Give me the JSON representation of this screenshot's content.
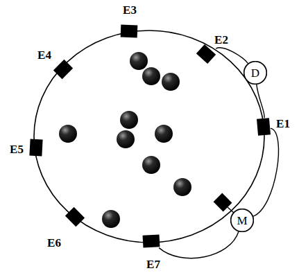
{
  "diagram": {
    "nodes": [
      {
        "text": [
          "E1"
        ]
      },
      {
        "text": [
          "E2"
        ]
      },
      {
        "text": [
          "E3"
        ]
      },
      {
        "text": [
          "E4"
        ]
      },
      {
        "text": [
          "E5"
        ]
      },
      {
        "text": [
          "E6"
        ]
      },
      {
        "text": [
          "E7"
        ]
      },
      {
        "text": [
          "D"
        ]
      },
      {
        "text": [
          "M"
        ]
      }
    ],
    "edges": [
      {
        "from": 7,
        "to": 1,
        "arrow": "none"
      },
      {
        "from": 7,
        "to": 0,
        "arrow": "none"
      },
      {
        "from": 8,
        "to": 0,
        "arrow": "none"
      },
      {
        "from": 8,
        "to": 6,
        "arrow": "none"
      }
    ]
  }
}
